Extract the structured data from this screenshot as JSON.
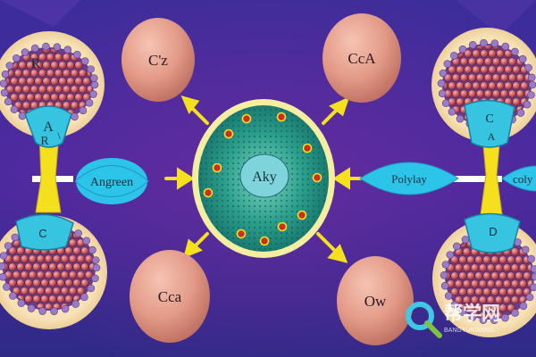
{
  "labels": {
    "top_left_egg": "C'z",
    "top_right_egg": "CcA",
    "bottom_left_egg": "Cca",
    "bottom_right_egg": "Ow",
    "center": "Aky",
    "left_pill": "Angreen",
    "right_pill": "Polylay",
    "far_right_pill": "coly",
    "tl_cell_top": "R",
    "tl_cell_mid": "A",
    "tl_cell_bottom": "R",
    "tl_cell_small": "\\",
    "bl_cell": "C",
    "tr_cell_top": "C",
    "tr_cell_bottom": "A",
    "br_cell": "D"
  },
  "watermark": {
    "title": "帮学网",
    "subtitle": "BANGYUNWANG"
  },
  "colors": {
    "background": "#3a2a8c",
    "egg": "#e8a090",
    "pill": "#2cc4e8",
    "arrow": "#f2e01a",
    "hub": "#2a9e8a",
    "cell_ring": "#f3d9a8"
  }
}
